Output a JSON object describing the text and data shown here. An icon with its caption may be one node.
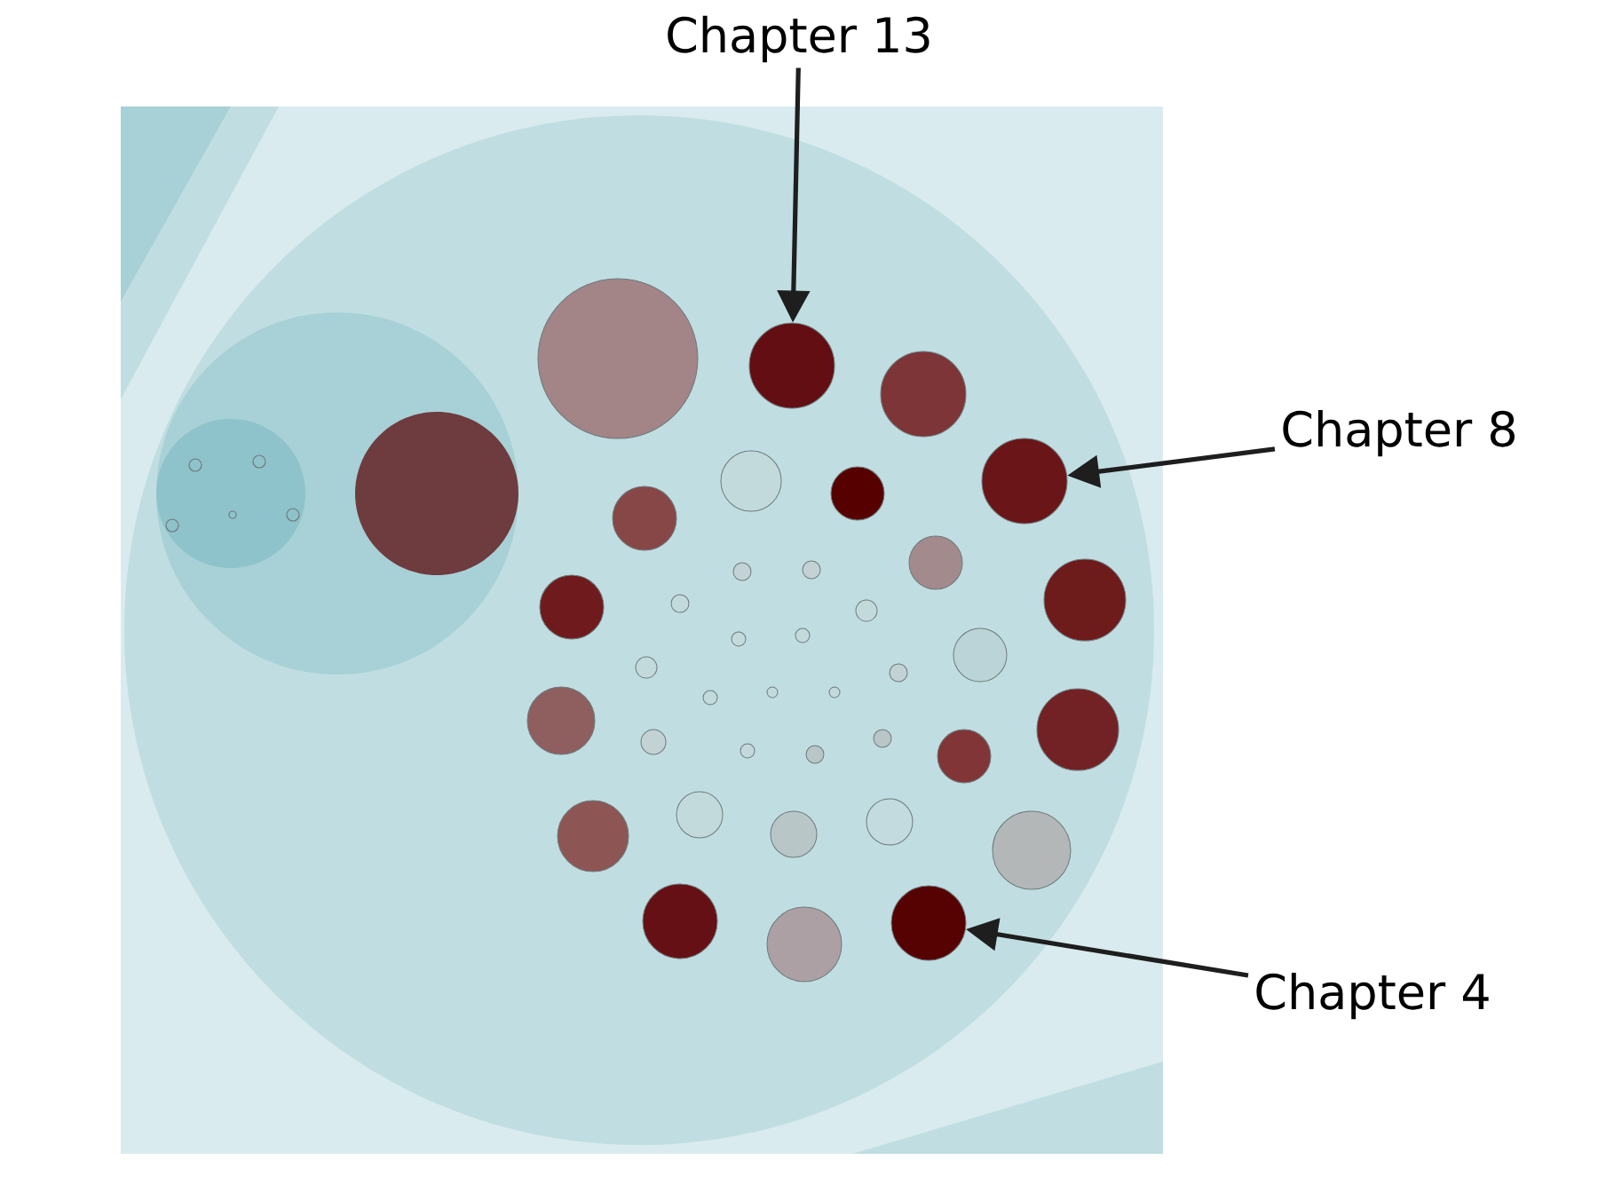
{
  "diagram": {
    "nodes": [
      {
        "text": [
          "Chapter 13"
        ]
      },
      {
        "text": [],
        "shape": "circle"
      },
      {
        "text": [
          "Chapter 8"
        ]
      },
      {
        "text": [],
        "shape": "circle"
      },
      {
        "text": [
          "Chapter 4"
        ]
      },
      {
        "text": [],
        "shape": "circle"
      }
    ],
    "edges": [
      {
        "from": 0,
        "to": 1,
        "arrow": "to"
      },
      {
        "from": 2,
        "to": 3,
        "arrow": "to"
      },
      {
        "from": 4,
        "to": 5,
        "arrow": "to"
      }
    ]
  }
}
